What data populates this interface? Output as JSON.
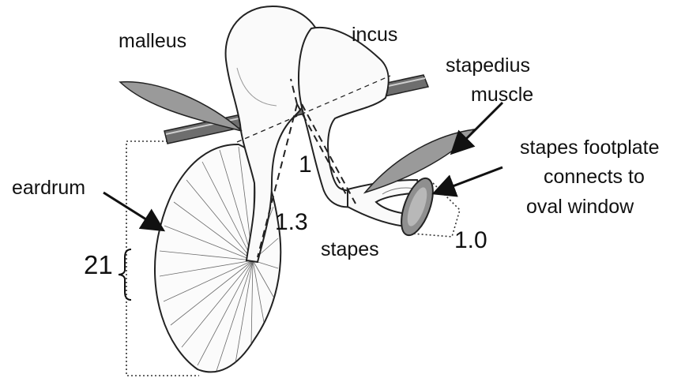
{
  "labels": {
    "malleus": "malleus",
    "incus": "incus",
    "stapedius_line1": "stapedius",
    "stapedius_line2": "muscle",
    "footplate_line1": "stapes footplate",
    "footplate_line2": "connects to",
    "footplate_line3": "oval window",
    "eardrum": "eardrum",
    "stapes": "stapes"
  },
  "ratios": {
    "eardrum_area": "21",
    "malleus_lever": "1.3",
    "incus_lever": "1",
    "footplate_area": "1.0"
  },
  "colors": {
    "line": "#222222",
    "muscle_fill": "#9a9a9a",
    "footplate_fill": "#8f8f8f",
    "ink": "#111111"
  }
}
